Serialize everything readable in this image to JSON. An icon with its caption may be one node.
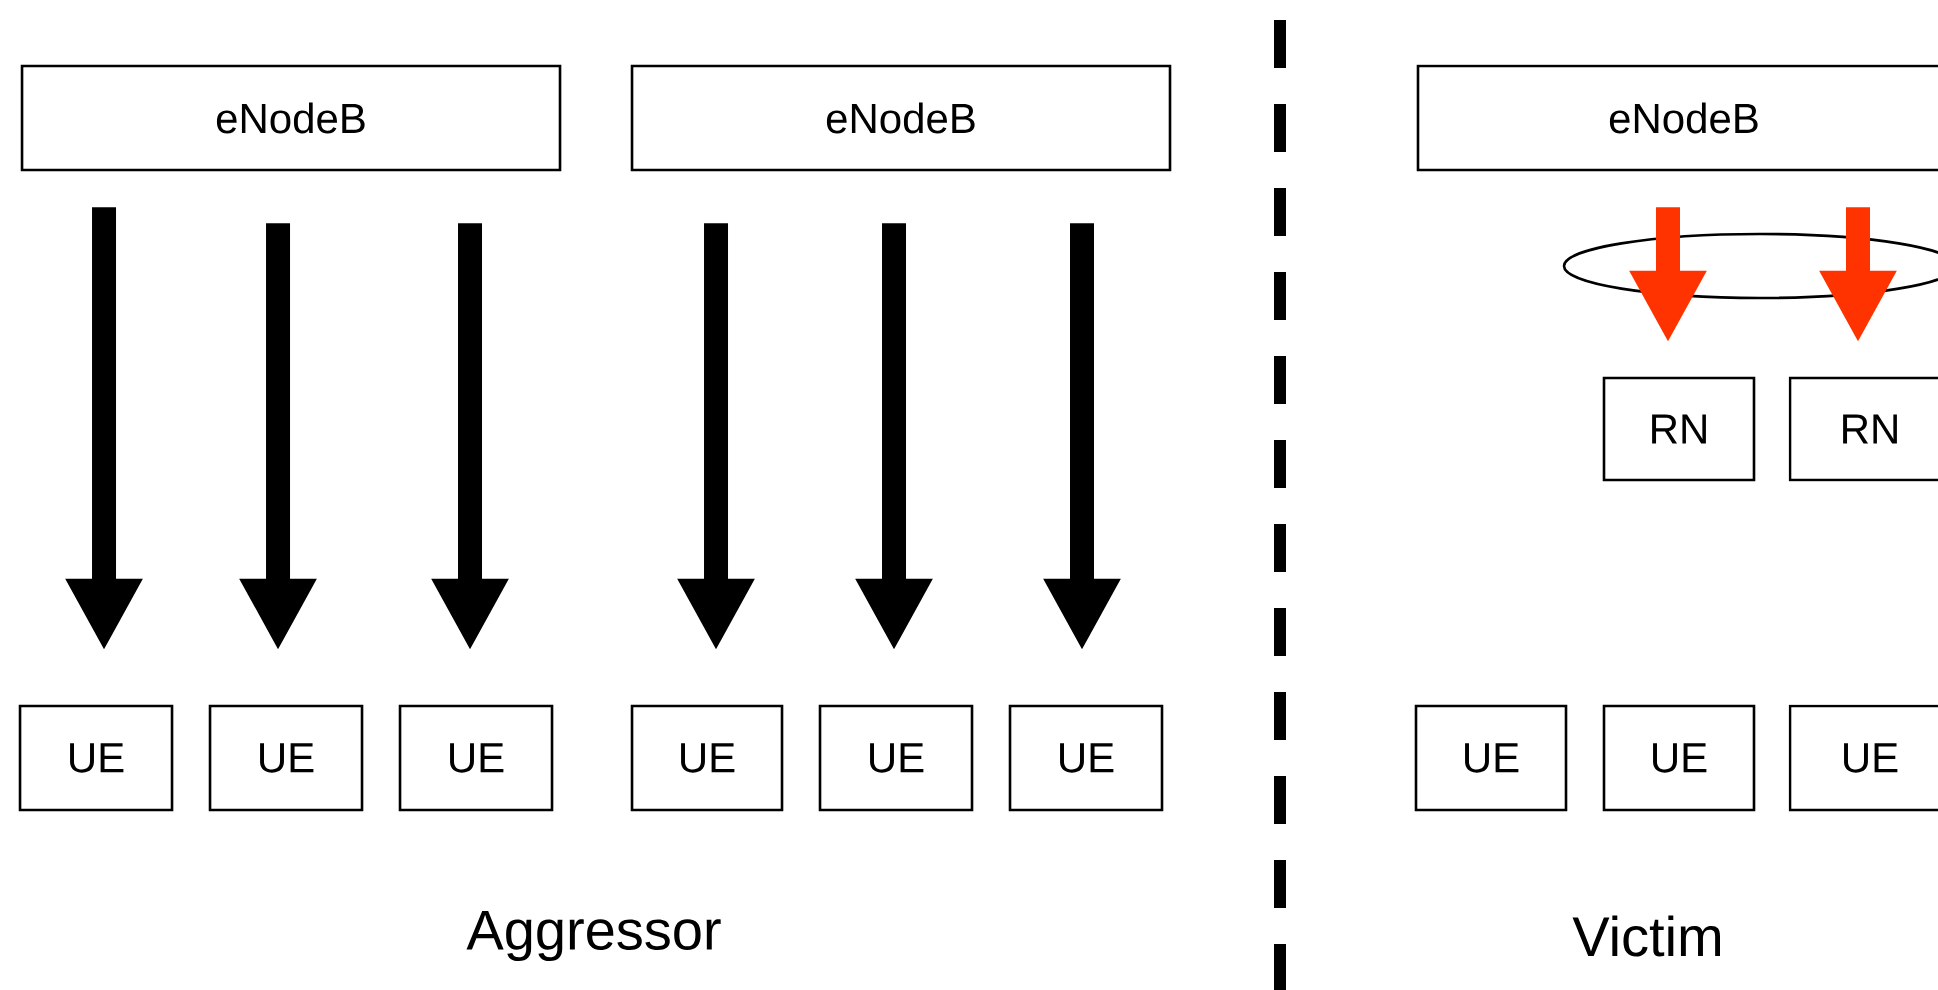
{
  "diagram": {
    "nodes": [
      {
        "text": [
          "eNodeB"
        ]
      },
      {
        "text": [
          "eNodeB"
        ]
      },
      {
        "text": [
          "eNodeB"
        ]
      },
      {
        "text": [
          "RN"
        ]
      },
      {
        "text": [
          "RN"
        ]
      },
      {
        "text": [
          "UE"
        ]
      },
      {
        "text": [
          "UE"
        ]
      },
      {
        "text": [
          "UE"
        ]
      },
      {
        "text": [
          "UE"
        ]
      },
      {
        "text": [
          "UE"
        ]
      },
      {
        "text": [
          "UE"
        ]
      },
      {
        "text": [
          "UE"
        ]
      },
      {
        "text": [
          "UE"
        ]
      },
      {
        "text": [
          "UE"
        ]
      }
    ],
    "edges": [
      {
        "from": 0,
        "to": 5,
        "arrow": "to"
      },
      {
        "from": 0,
        "to": 6,
        "arrow": "to"
      },
      {
        "from": 0,
        "to": 7,
        "arrow": "to"
      },
      {
        "from": 1,
        "to": 8,
        "arrow": "to"
      },
      {
        "from": 1,
        "to": 9,
        "arrow": "to"
      },
      {
        "from": 1,
        "to": 10,
        "arrow": "to"
      },
      {
        "from": 2,
        "to": 3,
        "arrow": "to",
        "color": "#ff3300"
      },
      {
        "from": 2,
        "to": 4,
        "arrow": "to",
        "color": "#ff3300"
      }
    ],
    "labels": [
      "Aggressor",
      "Victim"
    ]
  }
}
